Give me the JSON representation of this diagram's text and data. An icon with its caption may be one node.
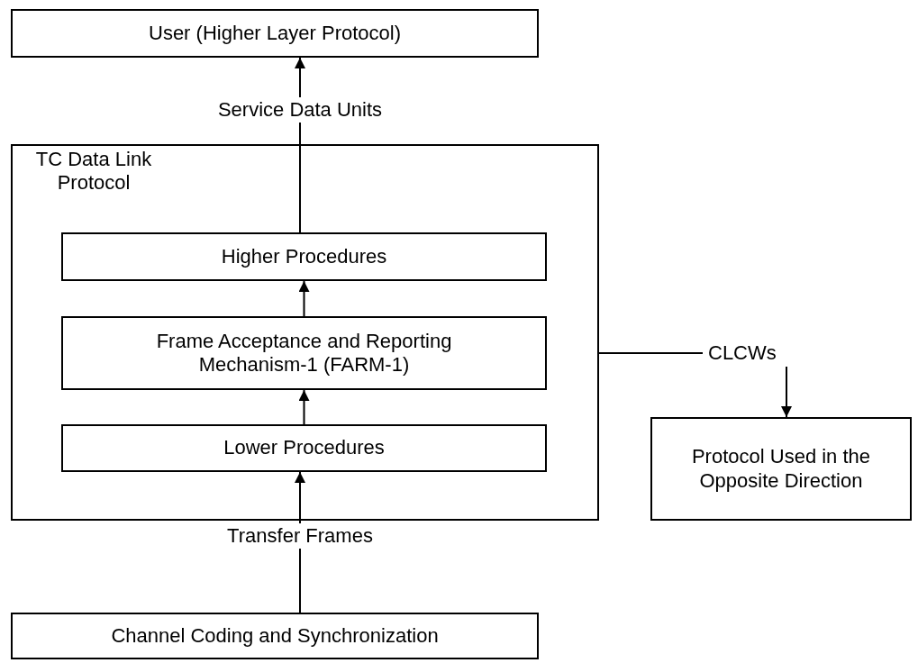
{
  "diagram": {
    "nodes": [
      {
        "text": [
          "User (Higher Layer Protocol)"
        ]
      },
      {
        "text": [
          "TC Data Link Protocol"
        ]
      },
      {
        "text": [
          "Higher Procedures"
        ],
        "in": 1
      },
      {
        "text": [
          "Frame Acceptance and Reporting Mechanism-1 (FARM-1)"
        ],
        "in": 1
      },
      {
        "text": [
          "Lower Procedures"
        ],
        "in": 1
      },
      {
        "text": [
          "CLCWs"
        ]
      },
      {
        "text": [
          "Protocol Used in the Opposite Direction"
        ]
      },
      {
        "text": [
          "Channel Coding and Synchronization"
        ]
      }
    ],
    "edges": [
      {
        "from": 2,
        "to": 0,
        "arrow": "to",
        "label": "Service Data Units"
      },
      {
        "from": 3,
        "to": 2,
        "arrow": "to"
      },
      {
        "from": 4,
        "to": 3,
        "arrow": "to"
      },
      {
        "from": 7,
        "to": 4,
        "arrow": "to",
        "label": "Transfer Frames"
      },
      {
        "from": 1,
        "to": 5,
        "arrow": "none"
      },
      {
        "from": 5,
        "to": 6,
        "arrow": "to"
      }
    ]
  }
}
